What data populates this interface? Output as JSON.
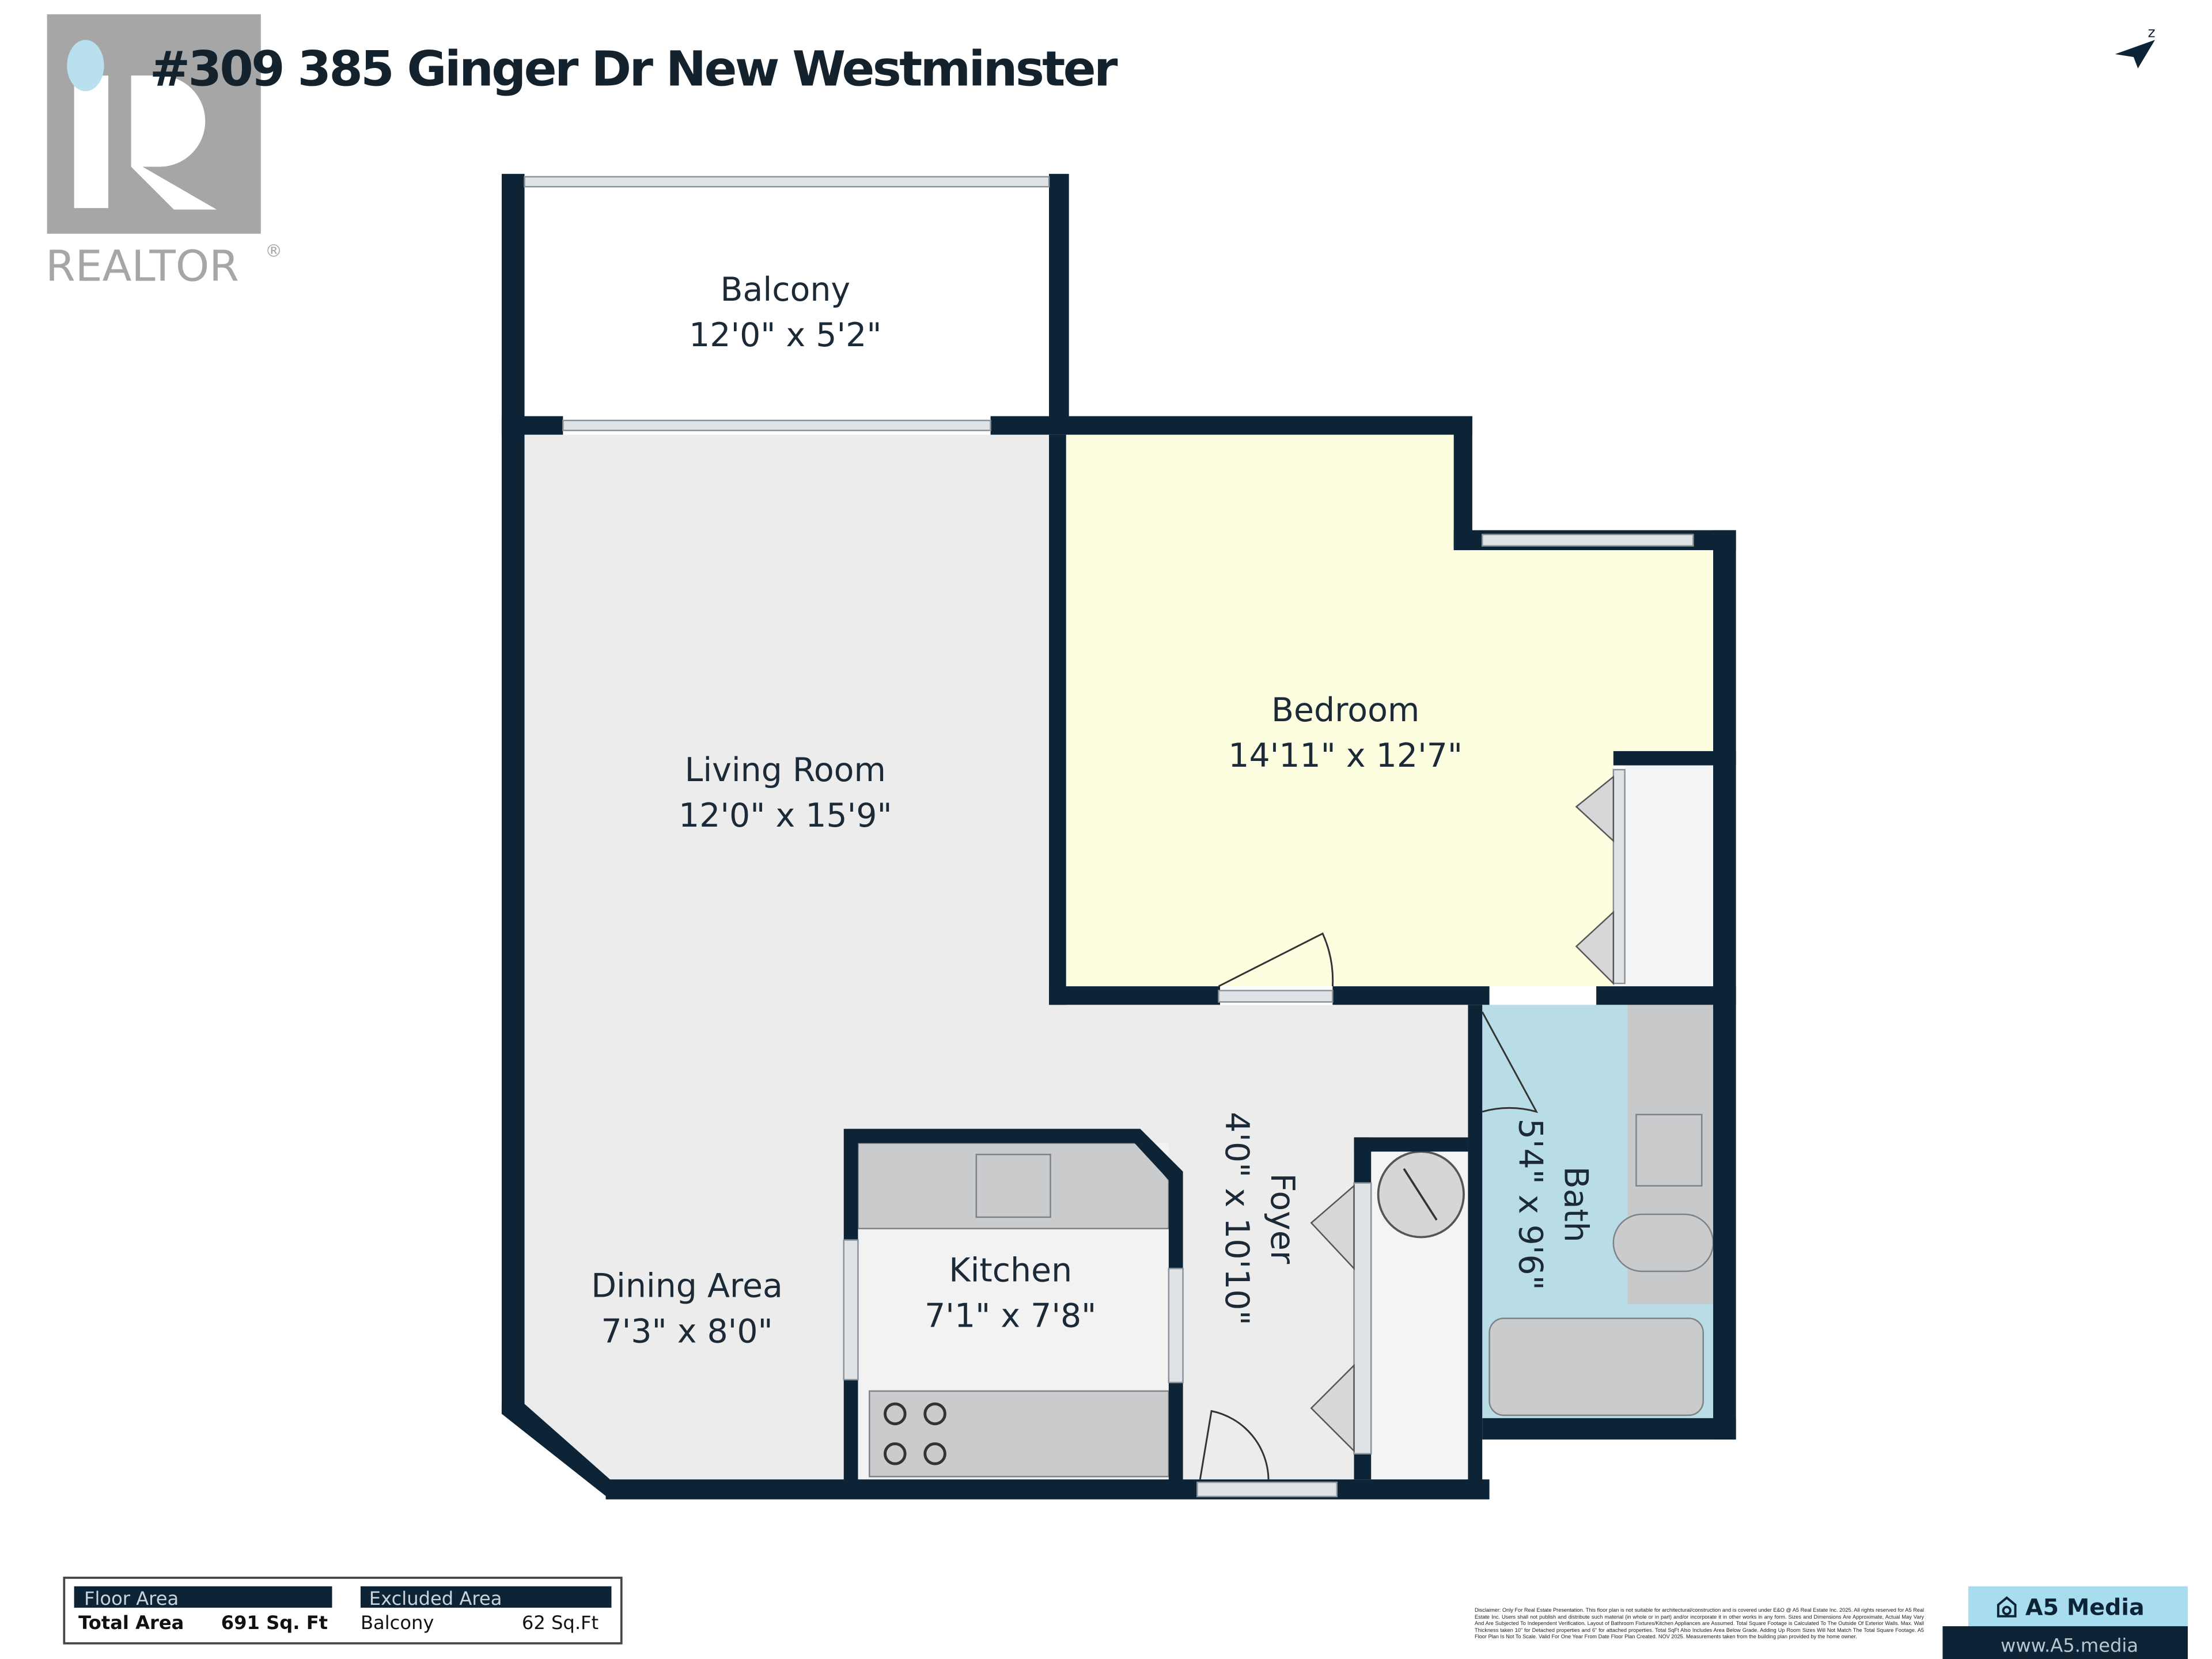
{
  "header": {
    "title": "#309 385 Ginger Dr New Westminster",
    "logo_text": "REALTOR",
    "north_icon": "compass-arrow-icon"
  },
  "rooms": {
    "balcony": {
      "name": "Balcony",
      "size": "12'0\" x 5'2\""
    },
    "living_room": {
      "name": "Living Room",
      "size": "12'0\" x 15'9\""
    },
    "bedroom": {
      "name": "Bedroom",
      "size": "14'11\" x 12'7\""
    },
    "dining_area": {
      "name": "Dining Area",
      "size": "7'3\" x 8'0\""
    },
    "kitchen": {
      "name": "Kitchen",
      "size": "7'1\" x 7'8\""
    },
    "foyer": {
      "name": "Foyer",
      "size": "4'0\" x 10'10\""
    },
    "bath": {
      "name": "Bath",
      "size": "5'4\" x 9'6\""
    }
  },
  "colors": {
    "wall": "#0c2436",
    "living_fill": "#ececed",
    "bedroom_fill": "#fdfde0",
    "bath_fill": "#b9dde6",
    "brand_light": "#a8dcef"
  },
  "area_table": {
    "floor_area_header": "Floor Area",
    "total_label": "Total Area",
    "total_value": "691 Sq. Ft",
    "excluded_header": "Excluded Area",
    "excluded_label": "Balcony",
    "excluded_value": "62 Sq.Ft"
  },
  "footer": {
    "disclaimer": "Disclaimer: Only For Real Estate Presentation. This floor plan is not suitable for architectural/construction and is covered under E&O @ A5 Real Estate Inc. 2025. All rights reserved for A5 Real Estate Inc. Users shall not publish and distribute such material (in whole or in part) and/or incorporate it in other works in any form. Sizes and Dimensions Are Approximate, Actual May Vary And Are Subjected To Independent Verification. Layout of Bathroom Fixtures/Kitchen Appliances are Assumed. Total Square Footage is Calculated To The Outside Of Exterior Walls. Max. Wall Thickness taken 10\" for Detached properties and 6\" for attached properties. Total SqFt Also Includes Area Below Grade. Adding Up Room Sizes Will Not Match The Total Square Footage. A5 Floor Plan Is Not To Scale. Valid For One Year From Date Floor Plan Created. NOV 2025. Measurements taken from the building plan provided by the home owner.",
    "brand_name": "A5 Media",
    "brand_url": "www.A5.media"
  }
}
